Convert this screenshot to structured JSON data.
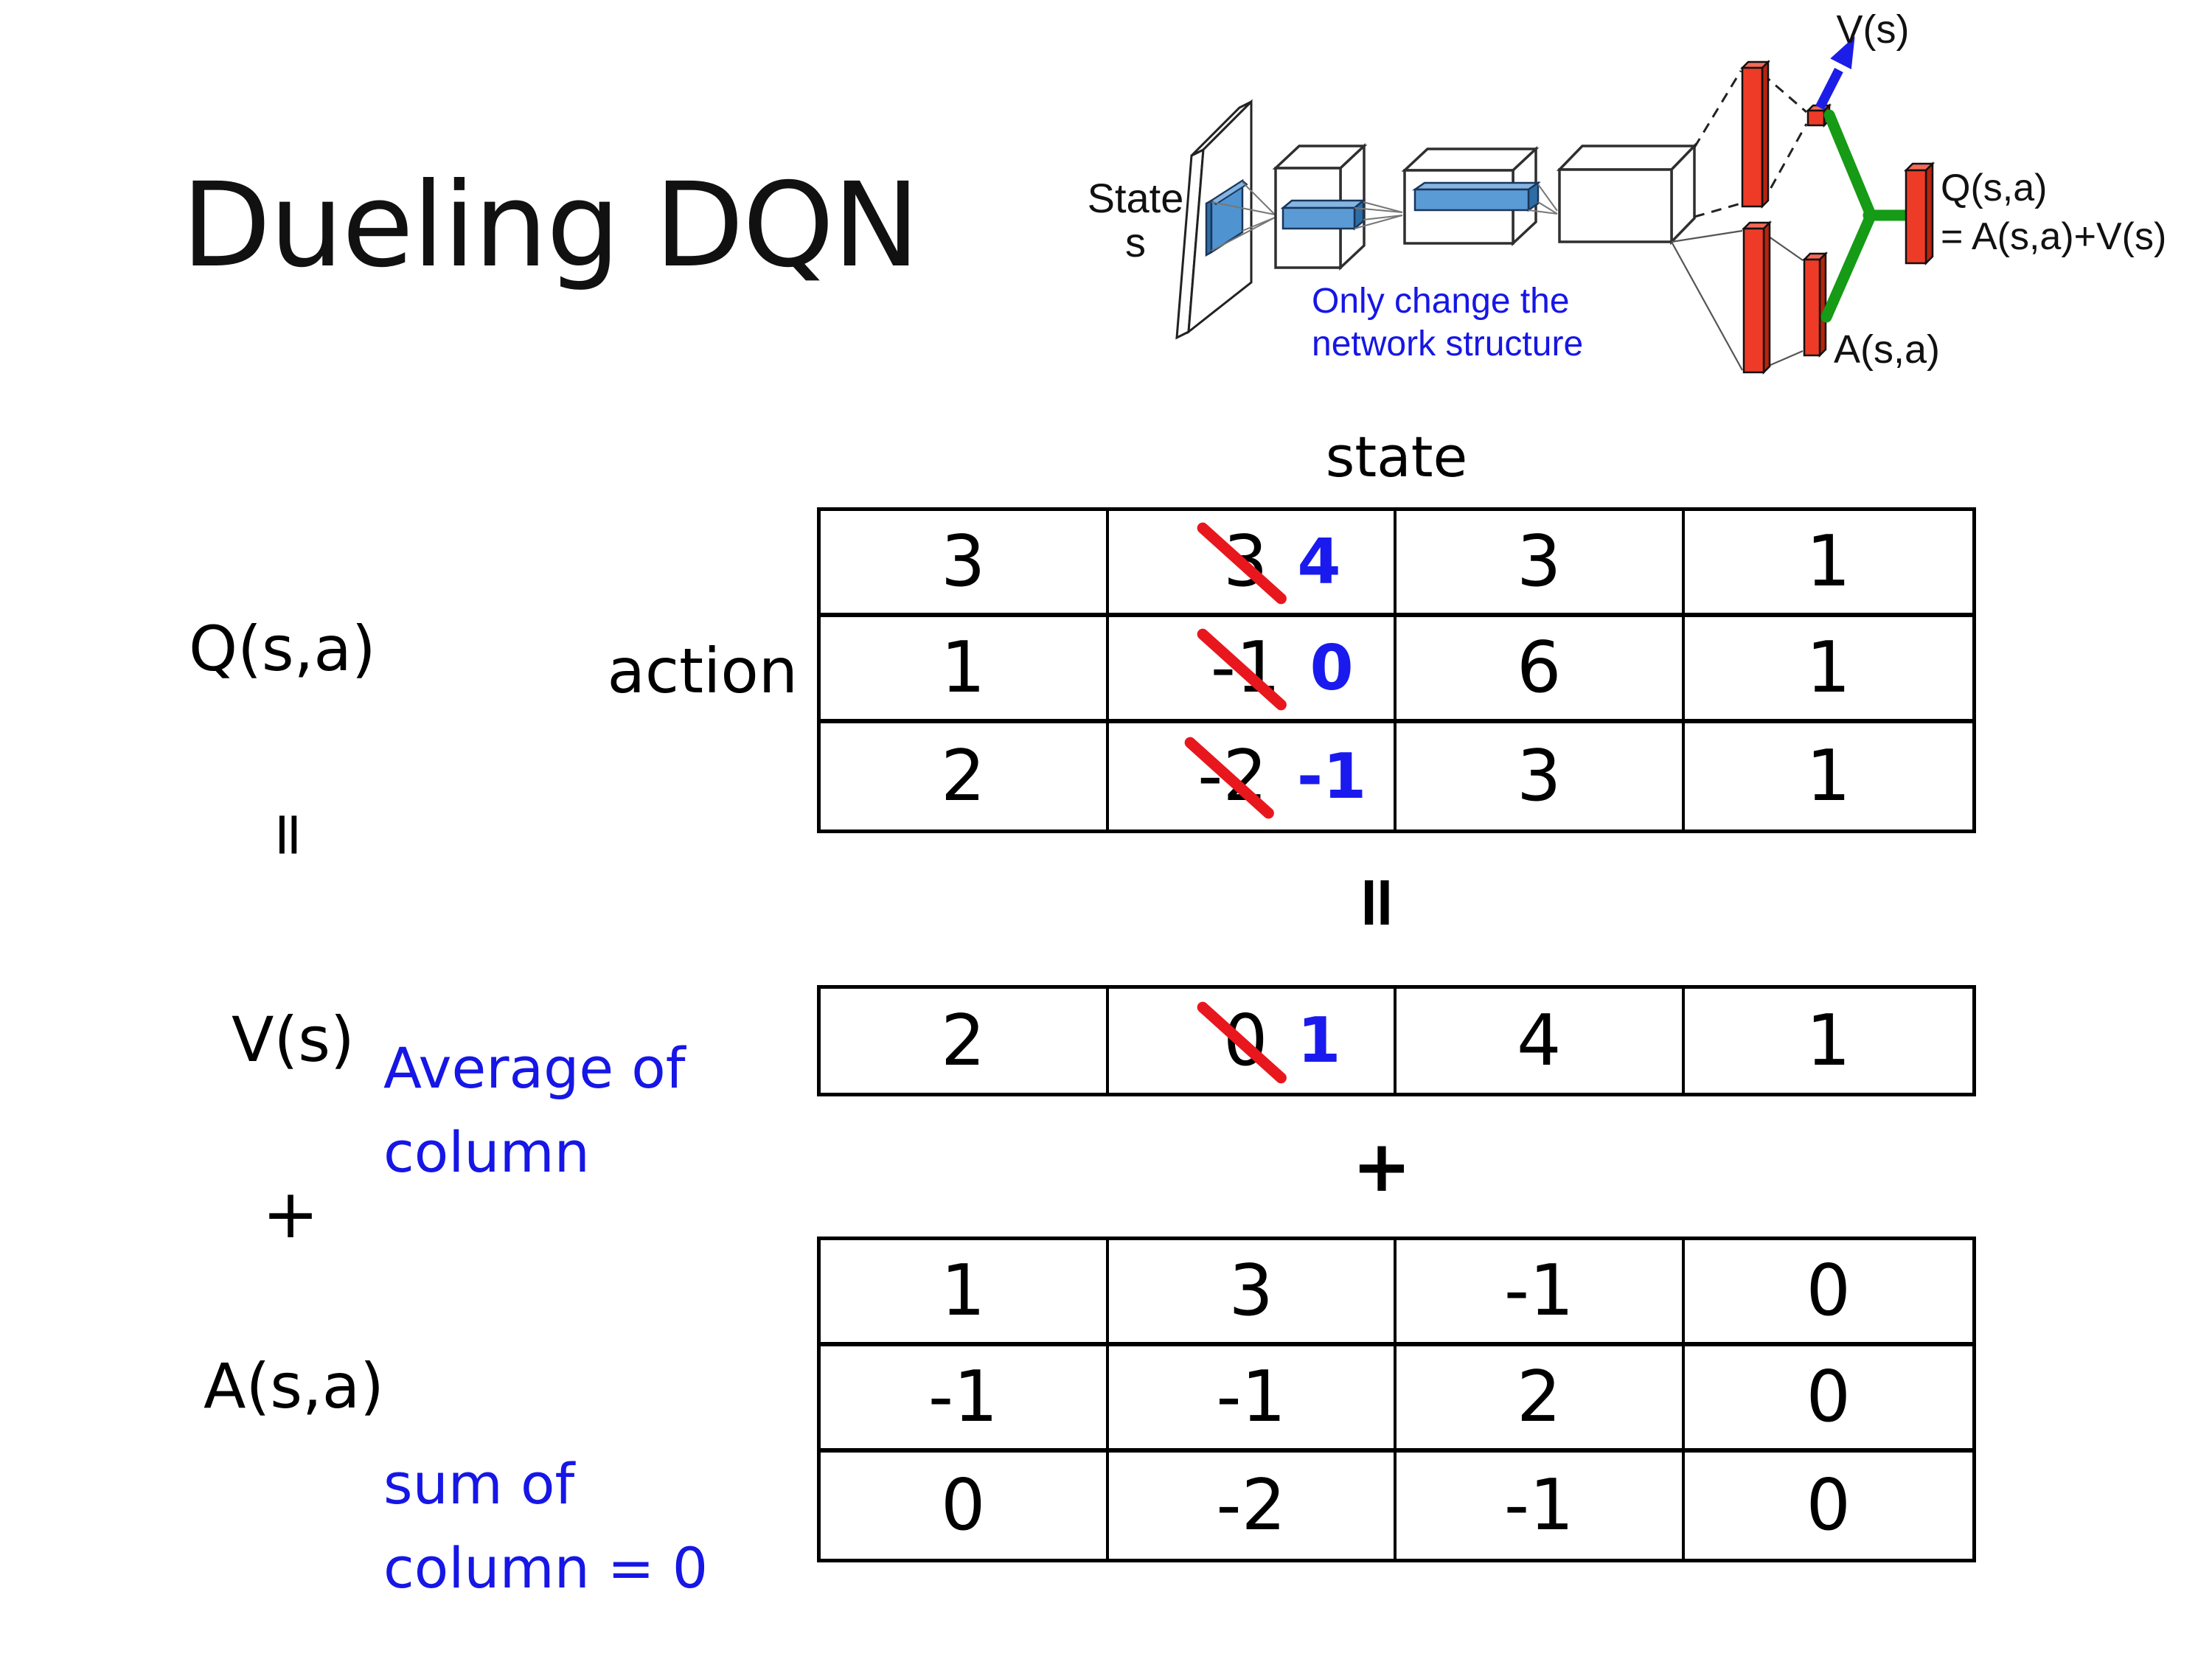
{
  "title": "Dueling DQN",
  "diagram": {
    "state_line1": "State",
    "state_line2": "s",
    "note_line1": "Only change the",
    "note_line2": "network structure",
    "v_out": "V(s)",
    "q_out_line1": "Q(s,a)",
    "q_out_line2": "= A(s,a)+V(s)",
    "a_out": "A(s,a)"
  },
  "labels": {
    "q": "Q(s,a)",
    "v": "V(s)",
    "a": "A(s,a)",
    "state_header": "state",
    "action": "action",
    "equals_left": "=",
    "equals_center": "=",
    "plus_left": "+",
    "plus_center": "+",
    "avg_line1": "Average of",
    "avg_line2": "column",
    "sum_line1": "sum of",
    "sum_line2": "column = 0"
  },
  "q_table": {
    "rows": [
      {
        "c0": "3",
        "c1_old": "3",
        "c1_new": "4",
        "c2": "3",
        "c3": "1"
      },
      {
        "c0": "1",
        "c1_old": "-1",
        "c1_new": "0",
        "c2": "6",
        "c3": "1"
      },
      {
        "c0": "2",
        "c1_old": "-2",
        "c1_new": "-1",
        "c2": "3",
        "c3": "1"
      }
    ]
  },
  "v_table": {
    "rows": [
      {
        "c0": "2",
        "c1_old": "0",
        "c1_new": "1",
        "c2": "4",
        "c3": "1"
      }
    ]
  },
  "a_table": {
    "rows": [
      {
        "c0": "1",
        "c1": "3",
        "c2": "-1",
        "c3": "0"
      },
      {
        "c0": "-1",
        "c1": "-1",
        "c2": "2",
        "c3": "0"
      },
      {
        "c0": "0",
        "c1": "-2",
        "c2": "-1",
        "c3": "0"
      }
    ]
  },
  "colors": {
    "annotation_blue": "#1616e6",
    "replacement_blue": "#1a1aee",
    "strike_red": "#e8171e",
    "bar_red": "#ee3b27",
    "link_green": "#159b15",
    "conv_blue": "#5b9bd5"
  }
}
